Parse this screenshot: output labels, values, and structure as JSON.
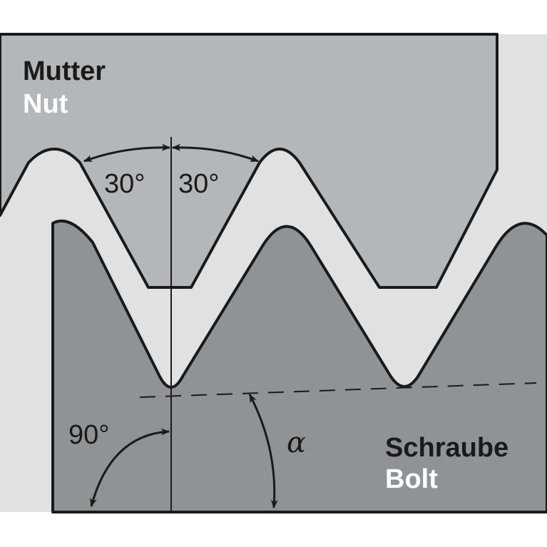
{
  "labels": {
    "nut_de": "Mutter",
    "nut_en": "Nut",
    "bolt_de": "Schraube",
    "bolt_en": "Bolt",
    "angle_left": "30°",
    "angle_right": "30°",
    "angle_right_angle": "90°",
    "angle_alpha": "α"
  },
  "colors": {
    "background": "#ffffff",
    "clearance": "#e0e1e2",
    "nut": "#b4b7ba",
    "bolt": "#909395",
    "outline": "#1a1a1a",
    "label_dark": "#1a1a1a",
    "label_light": "#ffffff"
  }
}
